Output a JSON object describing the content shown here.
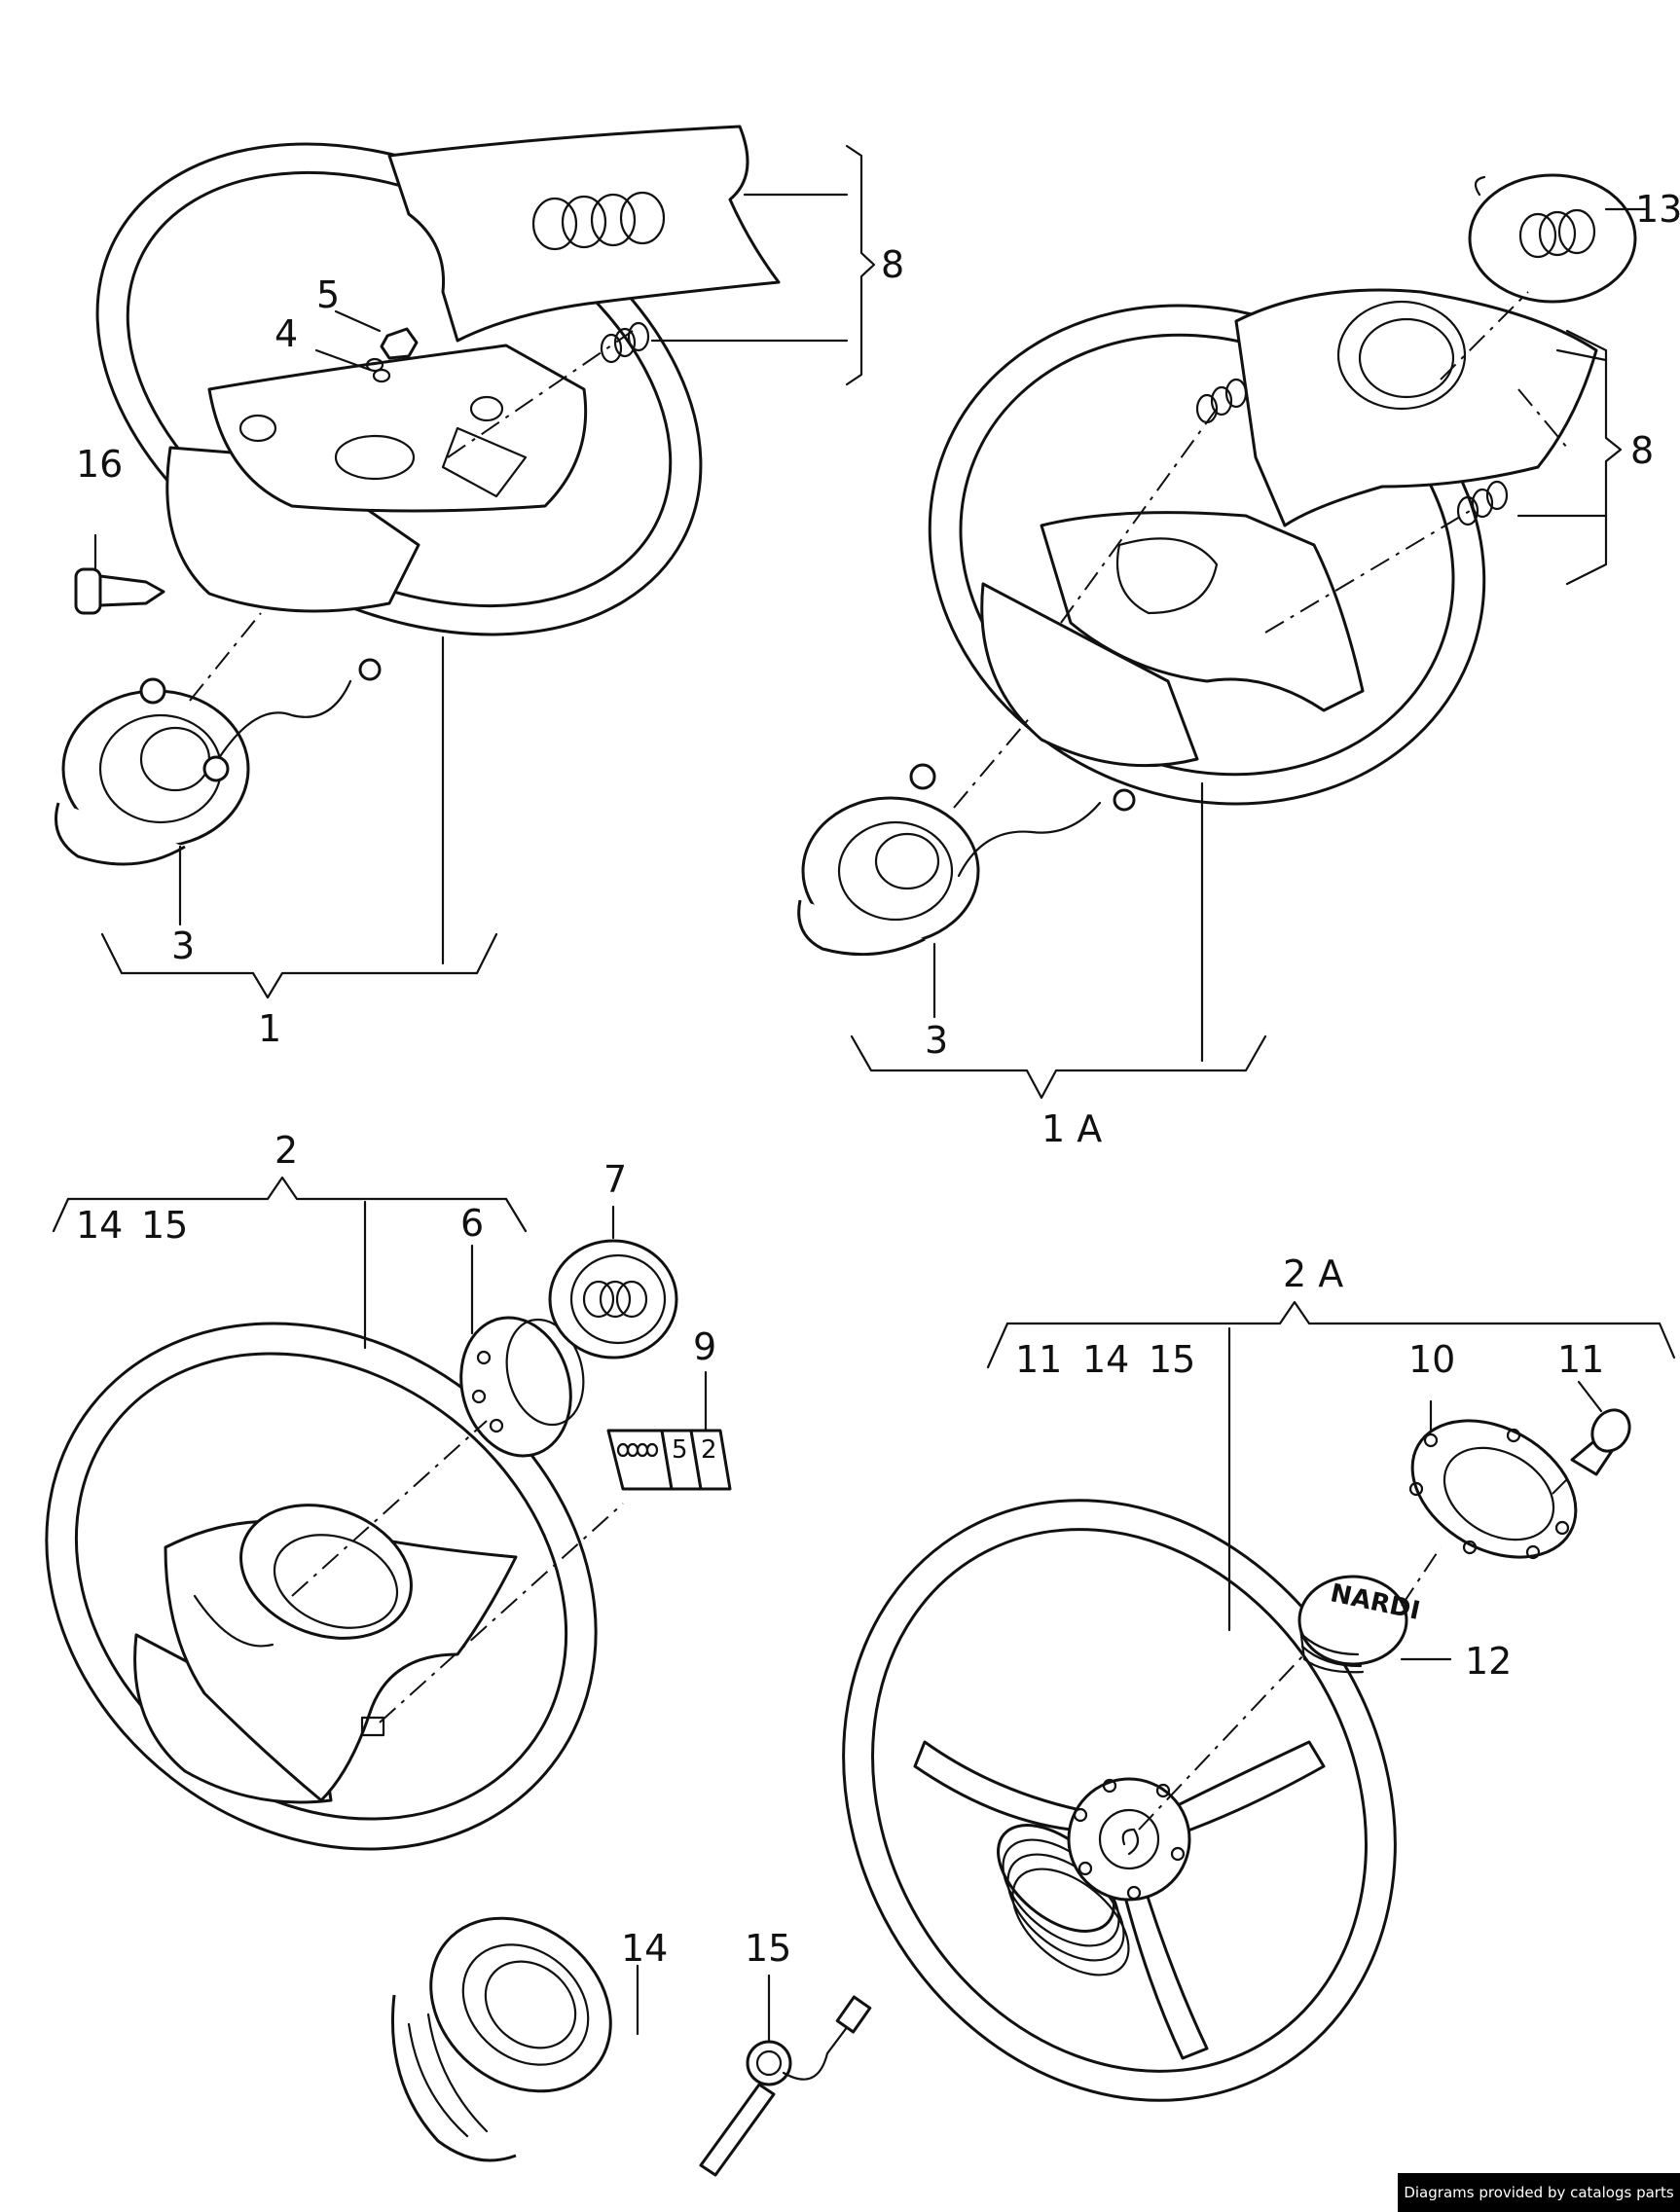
{
  "labels": {
    "l1": "1",
    "l1a": "1 A",
    "l2": "2",
    "l2a": "2 A",
    "l3a": "3",
    "l3b": "3",
    "l4": "4",
    "l5": "5",
    "l6": "6",
    "l7": "7",
    "l8a": "8",
    "l8b": "8",
    "l9": "9",
    "l10": "10",
    "l11a": "11",
    "l11b": "11",
    "l12": "12",
    "l13": "13",
    "l14a": "14",
    "l14b": "14",
    "l14c": "14",
    "l15a": "15",
    "l15b": "15",
    "l15c": "15",
    "l16": "16"
  },
  "stickers": {
    "s1": "5",
    "s2": "2"
  },
  "hub_text": "NARDI",
  "footer": {
    "credit": "Diagrams provided by catalogs parts"
  }
}
